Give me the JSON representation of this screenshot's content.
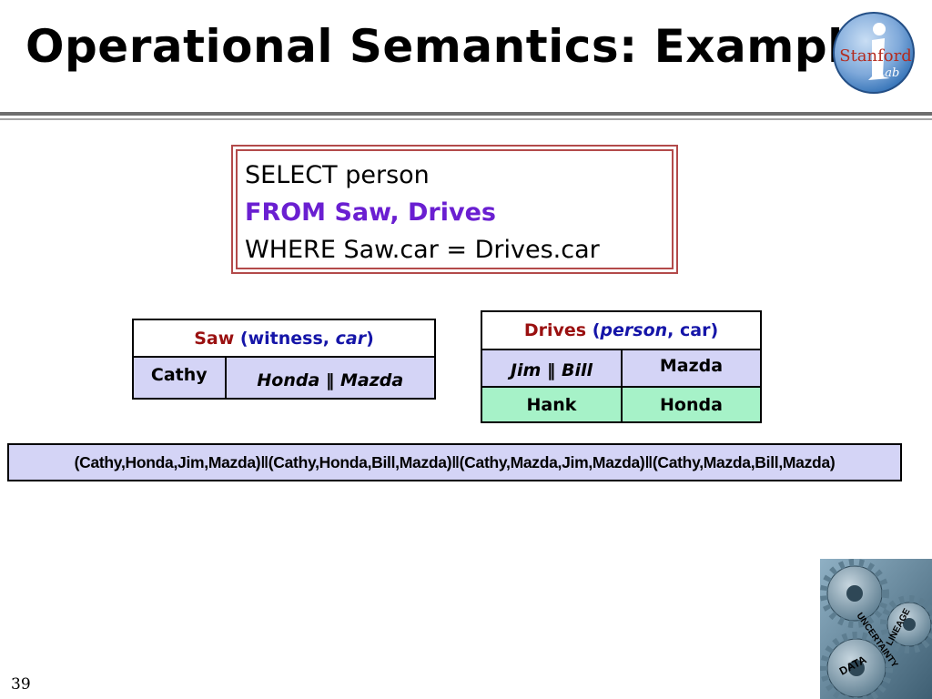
{
  "slide": {
    "title": "Operational Semantics: Example",
    "page_number": "39"
  },
  "logo": {
    "icon": "stanford-info-lab-logo",
    "text_main": "Stanford",
    "text_sub": "Lab",
    "colors": {
      "ring": "#2f6fb5",
      "accent": "#c0392b"
    }
  },
  "query": {
    "select_line": "SELECT person",
    "from_line": "FROM Saw, Drives",
    "where_line": "WHERE Saw.car = Drives.car",
    "colors": {
      "border": "#b34a4a",
      "from": "#6a1fd1"
    }
  },
  "saw_table": {
    "header": {
      "name": "Saw",
      "open": " (",
      "attr1": "witness, ",
      "attr2": "car",
      "close": ")"
    },
    "rows": [
      {
        "witness": "Cathy",
        "car": "Honda ‖ Mazda"
      }
    ]
  },
  "drives_table": {
    "header": {
      "name": "Drives",
      "open": " (",
      "attr1": "person",
      "attr2": ", car",
      "close": ")"
    },
    "rows": [
      {
        "person": "Jim ‖ Bill",
        "car": "Mazda"
      },
      {
        "person": "Hank",
        "car": "Honda"
      }
    ]
  },
  "result": {
    "text": "(Cathy,Honda,Jim,Mazda)‖(Cathy,Honda,Bill,Mazda)‖(Cathy,Mazda,Jim,Mazda)‖(Cathy,Mazda,Bill,Mazda)"
  },
  "gear_graphic": {
    "icon": "gears-icon",
    "labels": [
      "UNCERTAINTY",
      "LINEAGE",
      "DATA"
    ]
  },
  "colors": {
    "row_blue": "#d4d4f6",
    "row_green": "#a6f2c8",
    "header_red": "#9a1010",
    "header_blue": "#1515a8"
  }
}
